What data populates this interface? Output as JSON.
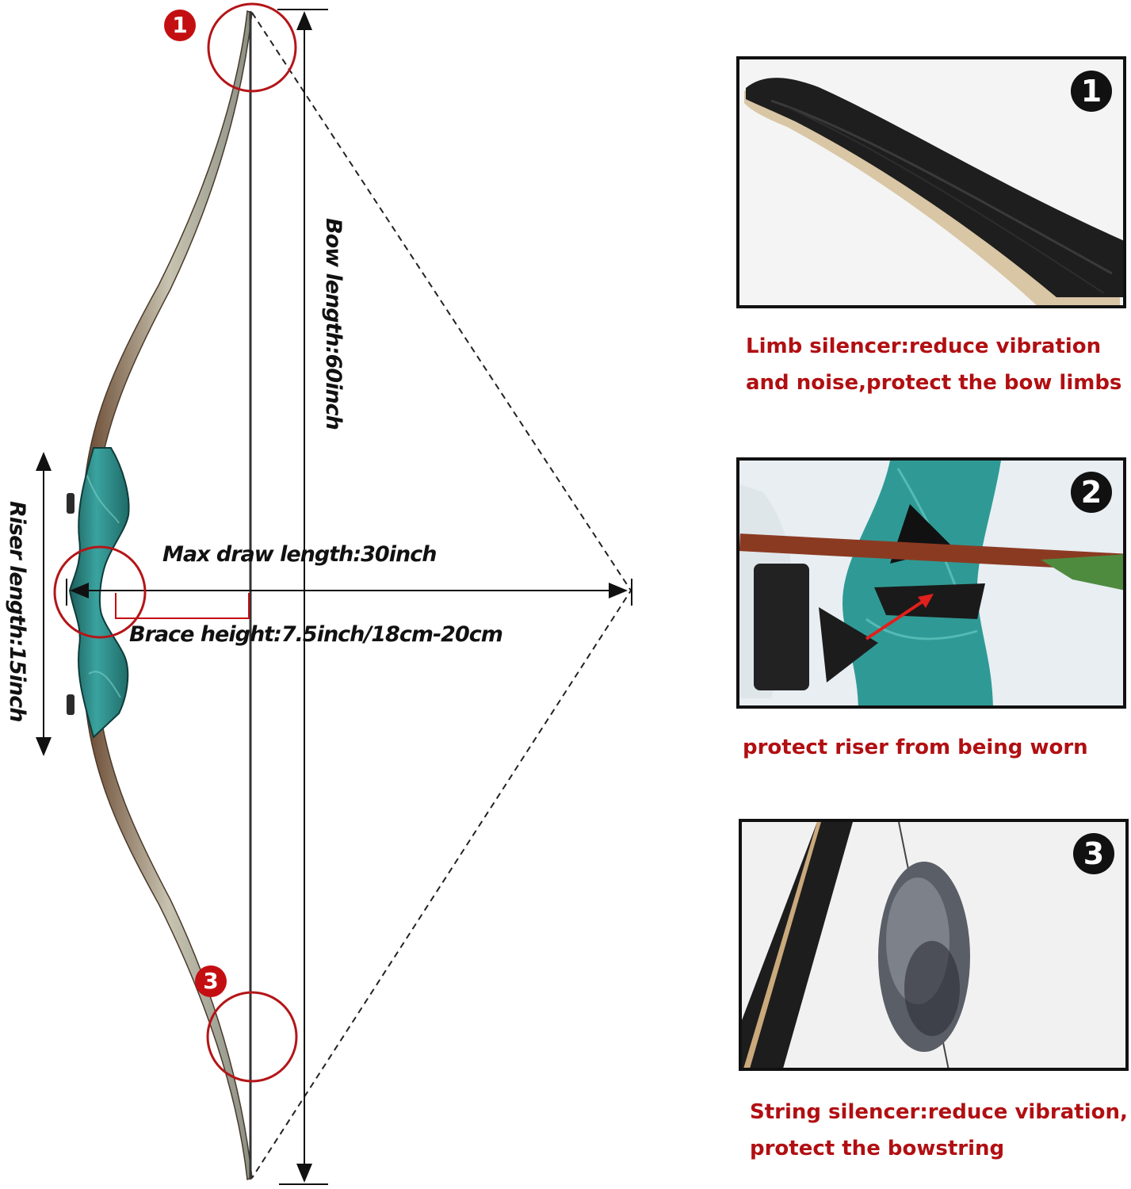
{
  "measurements": {
    "bow_length": "Bow length:60inch",
    "riser_length": "Riser length:15inch",
    "max_draw_length": "Max draw length:30inch",
    "brace_height": "Brace height:7.5inch/18cm-20cm"
  },
  "markers": {
    "m1": "1",
    "m3": "3"
  },
  "panels": [
    {
      "badge": "1",
      "caption_lines": [
        "Limb silencer:reduce vibration",
        "and noise,protect the bow limbs"
      ]
    },
    {
      "badge": "2",
      "caption_lines": [
        "protect riser from being worn"
      ]
    },
    {
      "badge": "3",
      "caption_lines": [
        "String silencer:reduce vibration,",
        "protect the bowstring"
      ]
    }
  ],
  "colors": {
    "accent_red": "#b10f12",
    "marker_red": "#c40f12",
    "riser_teal": "#2f8f8c",
    "panel_border": "#111111"
  }
}
